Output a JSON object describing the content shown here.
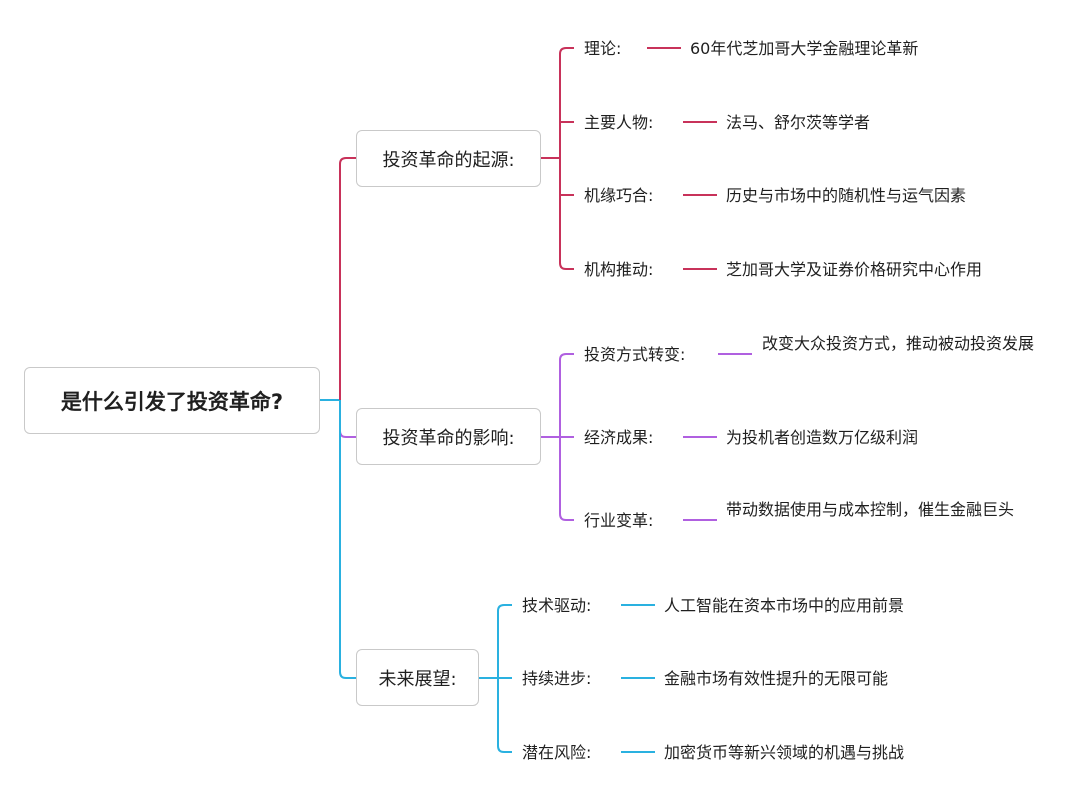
{
  "root": {
    "label": "是什么引发了投资革命?"
  },
  "colors": {
    "origin": "#c8325a",
    "impact": "#b060e0",
    "future": "#2ab1e0"
  },
  "branches": [
    {
      "label": "投资革命的起源:",
      "items": [
        {
          "label": "理论:",
          "detail": "60年代芝加哥大学金融理论革新"
        },
        {
          "label": "主要人物:",
          "detail": "法马、舒尔茨等学者"
        },
        {
          "label": "机缘巧合:",
          "detail": "历史与市场中的随机性与运气因素"
        },
        {
          "label": "机构推动:",
          "detail": "芝加哥大学及证券价格研究中心作用"
        }
      ]
    },
    {
      "label": "投资革命的影响:",
      "items": [
        {
          "label": "投资方式转变:",
          "detail": "改变大众投资方式，推动被动投资发展"
        },
        {
          "label": "经济成果:",
          "detail": "为投机者创造数万亿级利润"
        },
        {
          "label": "行业变革:",
          "detail": "带动数据使用与成本控制，催生金融巨头"
        }
      ]
    },
    {
      "label": "未来展望:",
      "items": [
        {
          "label": "技术驱动:",
          "detail": "人工智能在资本市场中的应用前景"
        },
        {
          "label": "持续进步:",
          "detail": "金融市场有效性提升的无限可能"
        },
        {
          "label": "潜在风险:",
          "detail": "加密货币等新兴领域的机遇与挑战"
        }
      ]
    }
  ]
}
